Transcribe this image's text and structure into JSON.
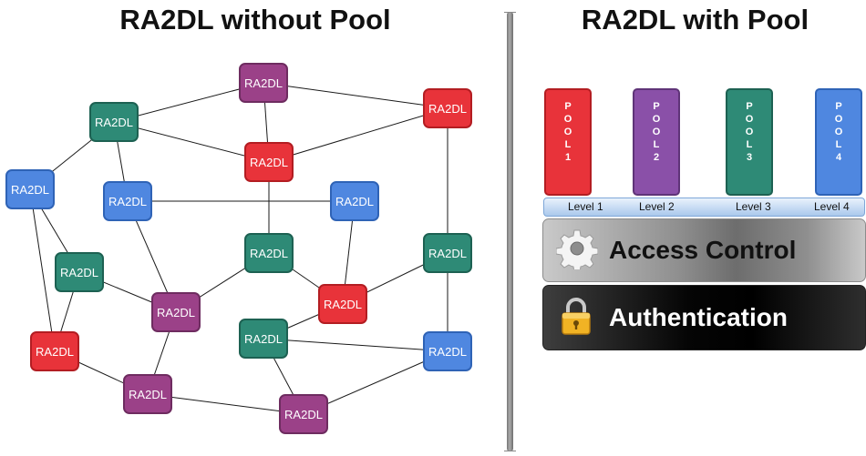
{
  "left_panel": {
    "title": "RA2DL without Pool",
    "nodes": [
      {
        "id": "p1",
        "label": "RA2DL",
        "color": "purple"
      },
      {
        "id": "r1",
        "label": "RA2DL",
        "color": "red"
      },
      {
        "id": "t1",
        "label": "RA2DL",
        "color": "teal"
      },
      {
        "id": "r2",
        "label": "RA2DL",
        "color": "red"
      },
      {
        "id": "b1",
        "label": "RA2DL",
        "color": "blue"
      },
      {
        "id": "b2",
        "label": "RA2DL",
        "color": "blue"
      },
      {
        "id": "b3",
        "label": "RA2DL",
        "color": "blue"
      },
      {
        "id": "t2",
        "label": "RA2DL",
        "color": "teal"
      },
      {
        "id": "t3",
        "label": "RA2DL",
        "color": "teal"
      },
      {
        "id": "t4",
        "label": "RA2DL",
        "color": "teal"
      },
      {
        "id": "r3",
        "label": "RA2DL",
        "color": "red"
      },
      {
        "id": "p2",
        "label": "RA2DL",
        "color": "purple"
      },
      {
        "id": "t5",
        "label": "RA2DL",
        "color": "teal"
      },
      {
        "id": "r4",
        "label": "RA2DL",
        "color": "red"
      },
      {
        "id": "b4",
        "label": "RA2DL",
        "color": "blue"
      },
      {
        "id": "p3",
        "label": "RA2DL",
        "color": "purple"
      },
      {
        "id": "p4",
        "label": "RA2DL",
        "color": "purple"
      }
    ],
    "edges": [
      [
        "t1",
        "p1"
      ],
      [
        "t1",
        "r2"
      ],
      [
        "t1",
        "b1"
      ],
      [
        "t1",
        "b2"
      ],
      [
        "p1",
        "r2"
      ],
      [
        "p1",
        "r1"
      ],
      [
        "r1",
        "r2"
      ],
      [
        "r1",
        "t4"
      ],
      [
        "r2",
        "t3"
      ],
      [
        "b2",
        "b3"
      ],
      [
        "b2",
        "p2"
      ],
      [
        "b3",
        "r3"
      ],
      [
        "b1",
        "t2"
      ],
      [
        "b1",
        "r4"
      ],
      [
        "t2",
        "r4"
      ],
      [
        "t2",
        "p2"
      ],
      [
        "t3",
        "p2"
      ],
      [
        "t3",
        "r3"
      ],
      [
        "t4",
        "r3"
      ],
      [
        "t4",
        "b4"
      ],
      [
        "r3",
        "t5"
      ],
      [
        "t5",
        "b4"
      ],
      [
        "t5",
        "p4"
      ],
      [
        "p2",
        "p3"
      ],
      [
        "r4",
        "p3"
      ],
      [
        "p3",
        "p4"
      ],
      [
        "p4",
        "b4"
      ]
    ]
  },
  "right_panel": {
    "title": "RA2DL with Pool",
    "pools": [
      {
        "label": "POOL1",
        "color": "red"
      },
      {
        "label": "POOL2",
        "color": "purple"
      },
      {
        "label": "POOL3",
        "color": "teal"
      },
      {
        "label": "POOL4",
        "color": "blue"
      }
    ],
    "levels": [
      "Level 1",
      "Level 2",
      "Level 3",
      "Level 4"
    ],
    "access_control": {
      "label": "Access Control",
      "icon": "gear-icon"
    },
    "authentication": {
      "label": "Authentication",
      "icon": "padlock-icon"
    }
  },
  "colors": {
    "red": {
      "fill": "#e8333a",
      "border": "#b31d22"
    },
    "purple": {
      "fill": "#9b4188",
      "border": "#6e2c60"
    },
    "teal": {
      "fill": "#2e8a76",
      "border": "#1d6152"
    },
    "blue": {
      "fill": "#4f87e0",
      "border": "#2f63b6"
    },
    "pool_purple": {
      "fill": "#8a50a8",
      "border": "#5f3478"
    }
  }
}
